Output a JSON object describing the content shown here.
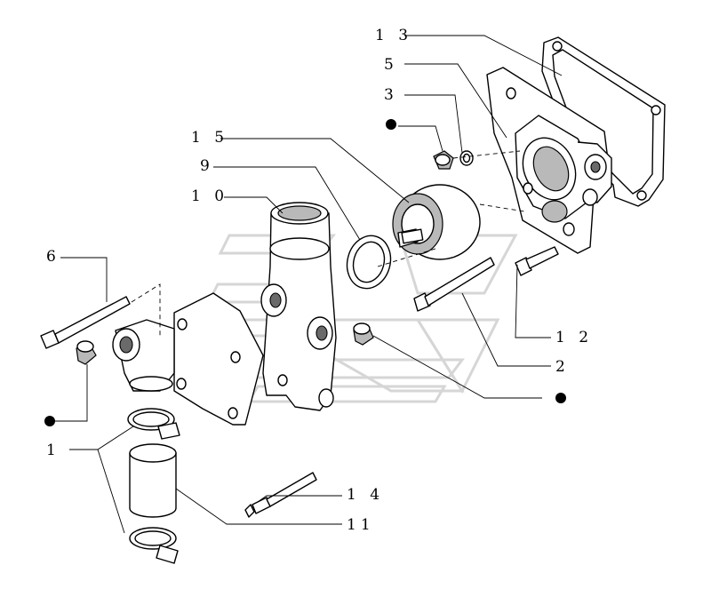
{
  "callouts": {
    "c13": "1 3",
    "c5": "5",
    "c3": "3",
    "c15": "1 5",
    "c9": "9",
    "c10": "1 0",
    "c6": "6",
    "c1": "1",
    "c12": "1 2",
    "c2": "2",
    "c14": "1 4",
    "c11": "11"
  },
  "markers": [
    "dot",
    "dot",
    "dot"
  ]
}
